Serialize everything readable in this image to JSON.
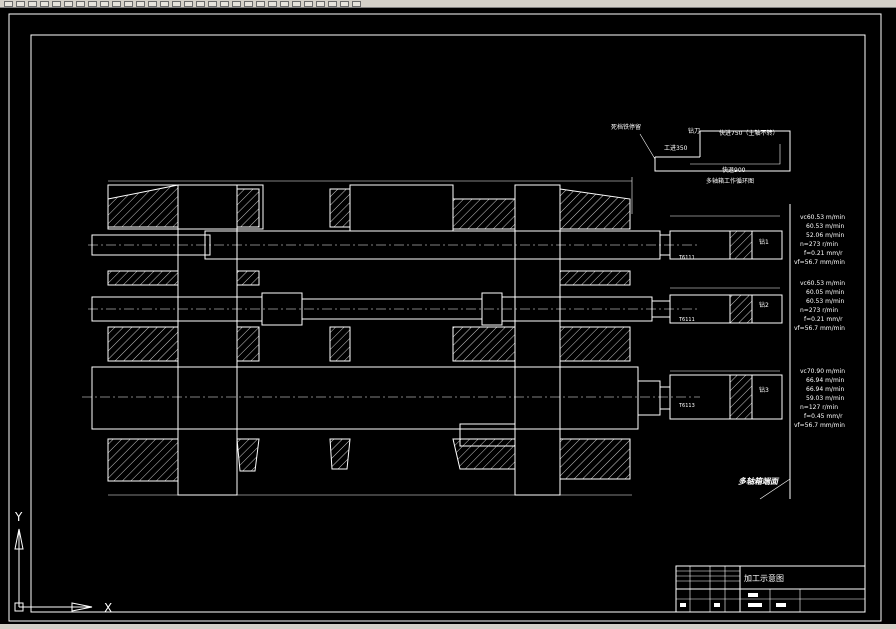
{
  "toolbar": {
    "buttons": [
      "b1",
      "b2",
      "b3",
      "b4",
      "b5",
      "b6",
      "b7",
      "b8",
      "b9",
      "b10",
      "b11",
      "b12",
      "b13",
      "b14",
      "b15",
      "b16",
      "b17",
      "b18",
      "b19",
      "b20",
      "b21",
      "b22",
      "b23",
      "b24",
      "b25",
      "b26",
      "b27",
      "b28",
      "b29",
      "b30"
    ]
  },
  "diagram": {
    "plan": {
      "drill_head_label": "死档铁停留",
      "drill_label": "钻刀",
      "work_feed": "工进350",
      "rapid_forward": "快进750（主轴不转）",
      "rapid_back": "快退900",
      "cycle_title": "多轴箱工作循环图"
    },
    "spindles": [
      {
        "tag": "T6111",
        "label": "钻1",
        "params": [
          "vc60.53 m/min",
          "60.53 m/min",
          "52.06 m/min",
          "n=273 r/min",
          "f=0.21 mm/r",
          "vf=56.7 mm/min"
        ]
      },
      {
        "tag": "T6111",
        "label": "钻2",
        "params": [
          "vc60.53 m/min",
          "60.05 m/min",
          "60.53 m/min",
          "n=273 r/min",
          "f=0.21 mm/r",
          "vf=56.7 mm/min"
        ]
      },
      {
        "tag": "T6113",
        "label": "钻3",
        "params": [
          "vc70.90 m/min",
          "66.94 m/min",
          "66.94 m/min",
          "59.03 m/min",
          "n=127 r/min",
          "f=0.45 mm/r",
          "vf=56.7 mm/min"
        ]
      }
    ],
    "side_note": "多轴箱端面",
    "title_block": {
      "title": "加工示意图"
    },
    "ucs": {
      "y": "Y",
      "x": "X"
    }
  }
}
